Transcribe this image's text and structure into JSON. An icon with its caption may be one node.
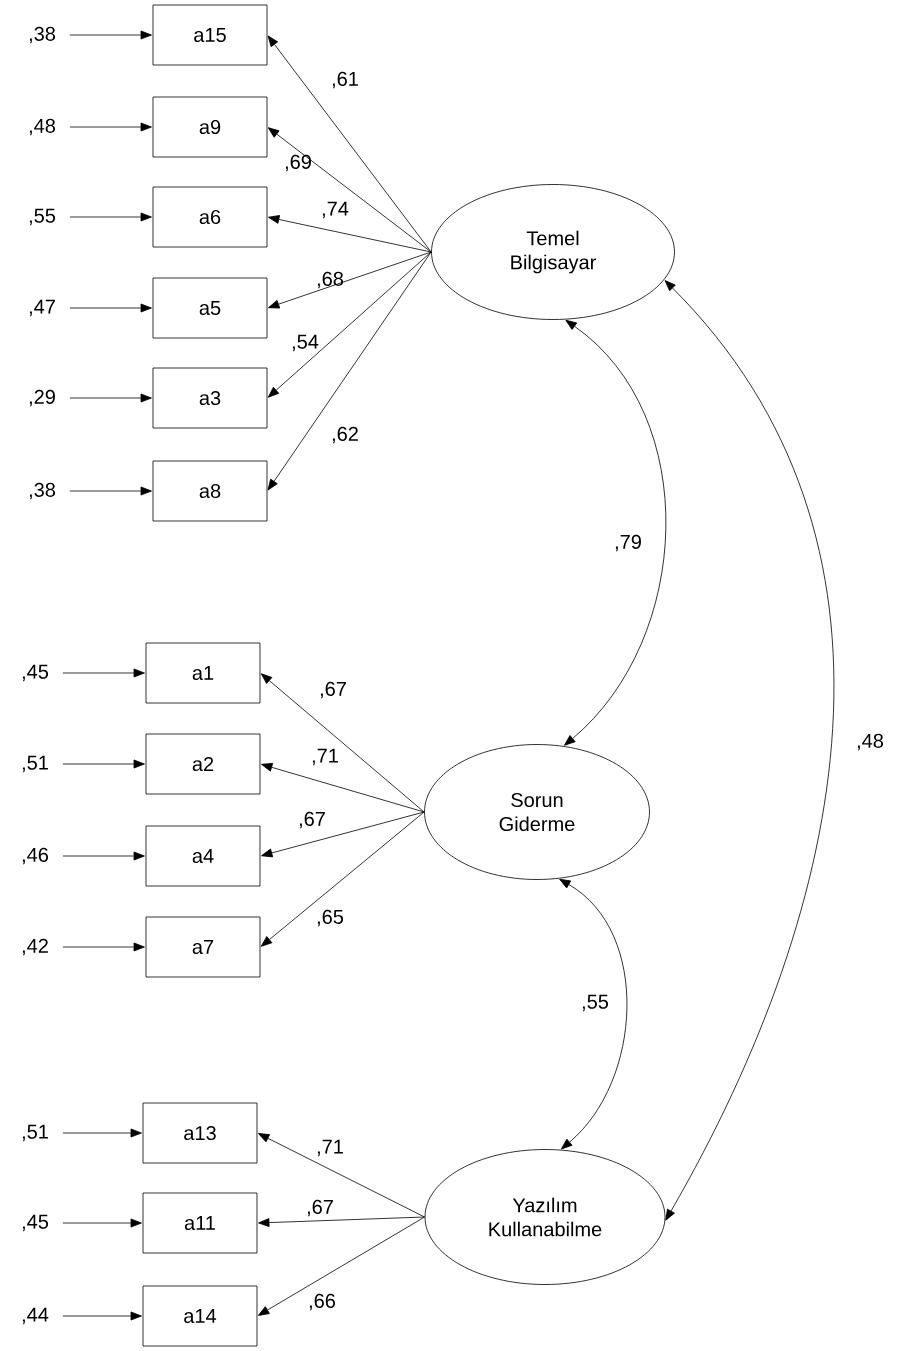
{
  "diagram": {
    "nodes": [
      {
        "text": [
          ",38"
        ]
      },
      {
        "text": [
          "a15"
        ]
      },
      {
        "text": [
          ",48"
        ]
      },
      {
        "text": [
          "a9"
        ]
      },
      {
        "text": [
          ",55"
        ]
      },
      {
        "text": [
          "a6"
        ]
      },
      {
        "text": [
          ",47"
        ]
      },
      {
        "text": [
          "a5"
        ]
      },
      {
        "text": [
          ",29"
        ]
      },
      {
        "text": [
          "a3"
        ]
      },
      {
        "text": [
          ",38"
        ]
      },
      {
        "text": [
          "a8"
        ]
      },
      {
        "text": [
          ",45"
        ]
      },
      {
        "text": [
          "a1"
        ]
      },
      {
        "text": [
          ",51"
        ]
      },
      {
        "text": [
          "a2"
        ]
      },
      {
        "text": [
          ",46"
        ]
      },
      {
        "text": [
          "a4"
        ]
      },
      {
        "text": [
          ",42"
        ]
      },
      {
        "text": [
          "a7"
        ]
      },
      {
        "text": [
          ",51"
        ]
      },
      {
        "text": [
          "a13"
        ]
      },
      {
        "text": [
          ",45"
        ]
      },
      {
        "text": [
          "a11"
        ]
      },
      {
        "text": [
          ",44"
        ]
      },
      {
        "text": [
          "a14"
        ]
      },
      {
        "text": [
          "Temel Bilgisayar"
        ]
      },
      {
        "text": [
          "Sorun Giderme"
        ]
      },
      {
        "text": [
          "Yazılım Kullanabilme"
        ]
      }
    ],
    "edges": [
      {
        "from": 0,
        "to": 1,
        "arrow": "to"
      },
      {
        "from": 2,
        "to": 3,
        "arrow": "to"
      },
      {
        "from": 4,
        "to": 5,
        "arrow": "to"
      },
      {
        "from": 6,
        "to": 7,
        "arrow": "to"
      },
      {
        "from": 8,
        "to": 9,
        "arrow": "to"
      },
      {
        "from": 10,
        "to": 11,
        "arrow": "to"
      },
      {
        "from": 12,
        "to": 13,
        "arrow": "to"
      },
      {
        "from": 14,
        "to": 15,
        "arrow": "to"
      },
      {
        "from": 16,
        "to": 17,
        "arrow": "to"
      },
      {
        "from": 18,
        "to": 19,
        "arrow": "to"
      },
      {
        "from": 20,
        "to": 21,
        "arrow": "to"
      },
      {
        "from": 22,
        "to": 23,
        "arrow": "to"
      },
      {
        "from": 24,
        "to": 25,
        "arrow": "to"
      },
      {
        "from": 26,
        "to": 1,
        "arrow": "to",
        "label": ",61"
      },
      {
        "from": 26,
        "to": 3,
        "arrow": "to",
        "label": ",69"
      },
      {
        "from": 26,
        "to": 5,
        "arrow": "to",
        "label": ",74"
      },
      {
        "from": 26,
        "to": 7,
        "arrow": "to",
        "label": ",68"
      },
      {
        "from": 26,
        "to": 9,
        "arrow": "to",
        "label": ",54"
      },
      {
        "from": 26,
        "to": 11,
        "arrow": "to",
        "label": ",62"
      },
      {
        "from": 27,
        "to": 13,
        "arrow": "to",
        "label": ",67"
      },
      {
        "from": 27,
        "to": 15,
        "arrow": "to",
        "label": ",71"
      },
      {
        "from": 27,
        "to": 17,
        "arrow": "to",
        "label": ",67"
      },
      {
        "from": 27,
        "to": 19,
        "arrow": "to",
        "label": ",65"
      },
      {
        "from": 28,
        "to": 21,
        "arrow": "to",
        "label": ",71"
      },
      {
        "from": 28,
        "to": 23,
        "arrow": "to",
        "label": ",67"
      },
      {
        "from": 28,
        "to": 25,
        "arrow": "to",
        "label": ",66"
      },
      {
        "from": 26,
        "to": 27,
        "arrow": "both",
        "label": ",79"
      },
      {
        "from": 27,
        "to": 28,
        "arrow": "both",
        "label": ",55"
      },
      {
        "from": 26,
        "to": 28,
        "arrow": "both",
        "label": ",48"
      }
    ]
  }
}
